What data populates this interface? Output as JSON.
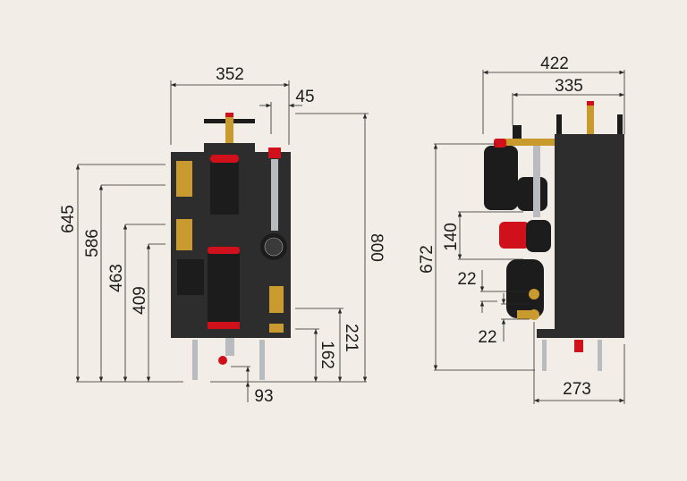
{
  "front_view": {
    "width": "352",
    "offset_right": "45",
    "height": "800",
    "conn_645": "645",
    "conn_586": "586",
    "conn_463": "463",
    "conn_409": "409",
    "conn_221": "221",
    "conn_162": "162",
    "drain_93": "93"
  },
  "side_view": {
    "depth_total": "422",
    "depth_body": "335",
    "height": "672",
    "pump_140": "140",
    "conn_22_top": "22",
    "conn_22_bottom": "22",
    "base_depth": "273"
  },
  "colors": {
    "background": "#f2eee7",
    "panel": "#2e2d2d",
    "accent": "#d0101a",
    "brass": "#c99a2e"
  }
}
